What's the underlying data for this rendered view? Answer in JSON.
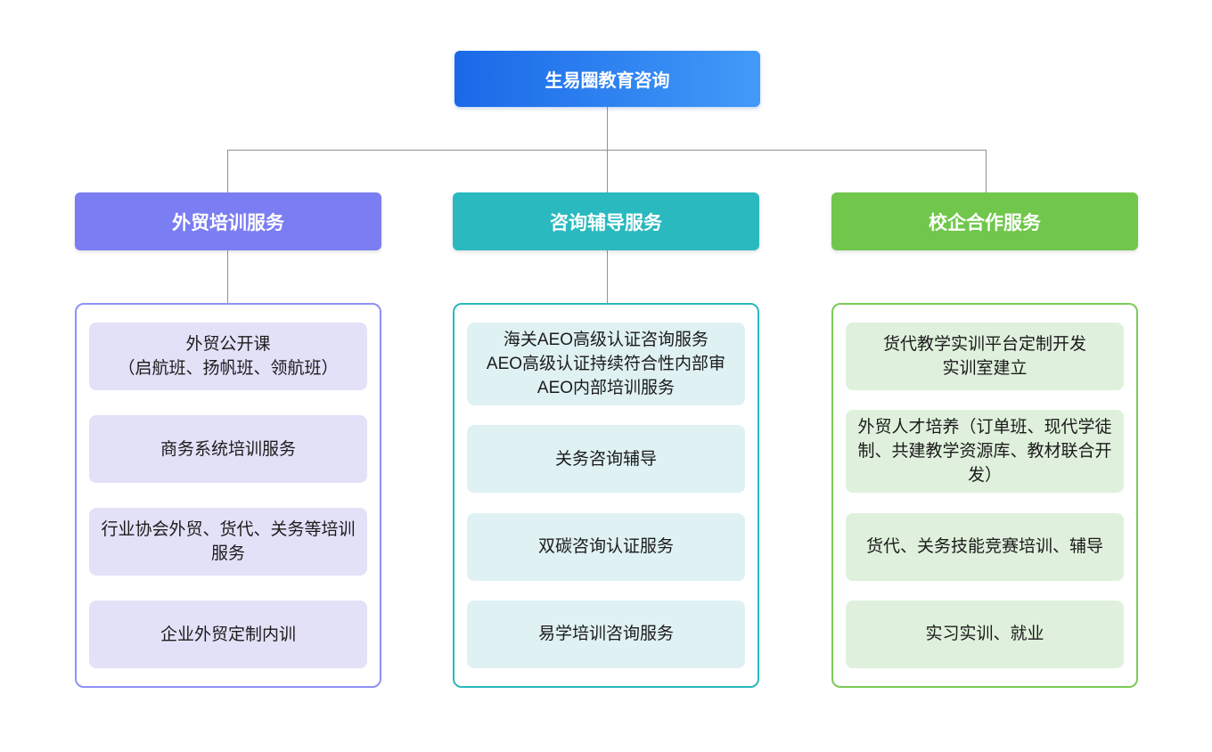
{
  "page": {
    "background": "#ffffff",
    "connector_color": "#8c939b"
  },
  "root": {
    "label": "生易圈教育咨询",
    "gradient_start": "#1a69e8",
    "gradient_end": "#429af8"
  },
  "branches": [
    {
      "label": "外贸培训服务",
      "accent": "#7b7df2",
      "container_border": "#8f91f5",
      "item_bg": "#e3e1f8",
      "items": [
        {
          "text": "外贸公开课\n（启航班、扬帆班、领航班）"
        },
        {
          "text": "商务系统培训服务"
        },
        {
          "text": "行业协会外贸、货代、关务等培训服务"
        },
        {
          "text": "企业外贸定制内训"
        }
      ]
    },
    {
      "label": "咨询辅导服务",
      "accent": "#29b9bf",
      "container_border": "#2ab8be",
      "item_bg": "#dff1f3",
      "items": [
        {
          "text": "海关AEO高级认证咨询服务\nAEO高级认证持续符合性内部审\nAEO内部培训服务"
        },
        {
          "text": "关务咨询辅导"
        },
        {
          "text": "双碳咨询认证服务"
        },
        {
          "text": "易学培训咨询服务"
        }
      ]
    },
    {
      "label": "校企合作服务",
      "accent": "#70c74b",
      "container_border": "#7ccb57",
      "item_bg": "#dff1dc",
      "items": [
        {
          "text": "货代教学实训平台定制开发\n实训室建立"
        },
        {
          "text": "外贸人才培养（订单班、现代学徒制、共建教学资源库、教材联合开发）"
        },
        {
          "text": "货代、关务技能竞赛培训、辅导"
        },
        {
          "text": "实习实训、就业"
        }
      ]
    }
  ]
}
